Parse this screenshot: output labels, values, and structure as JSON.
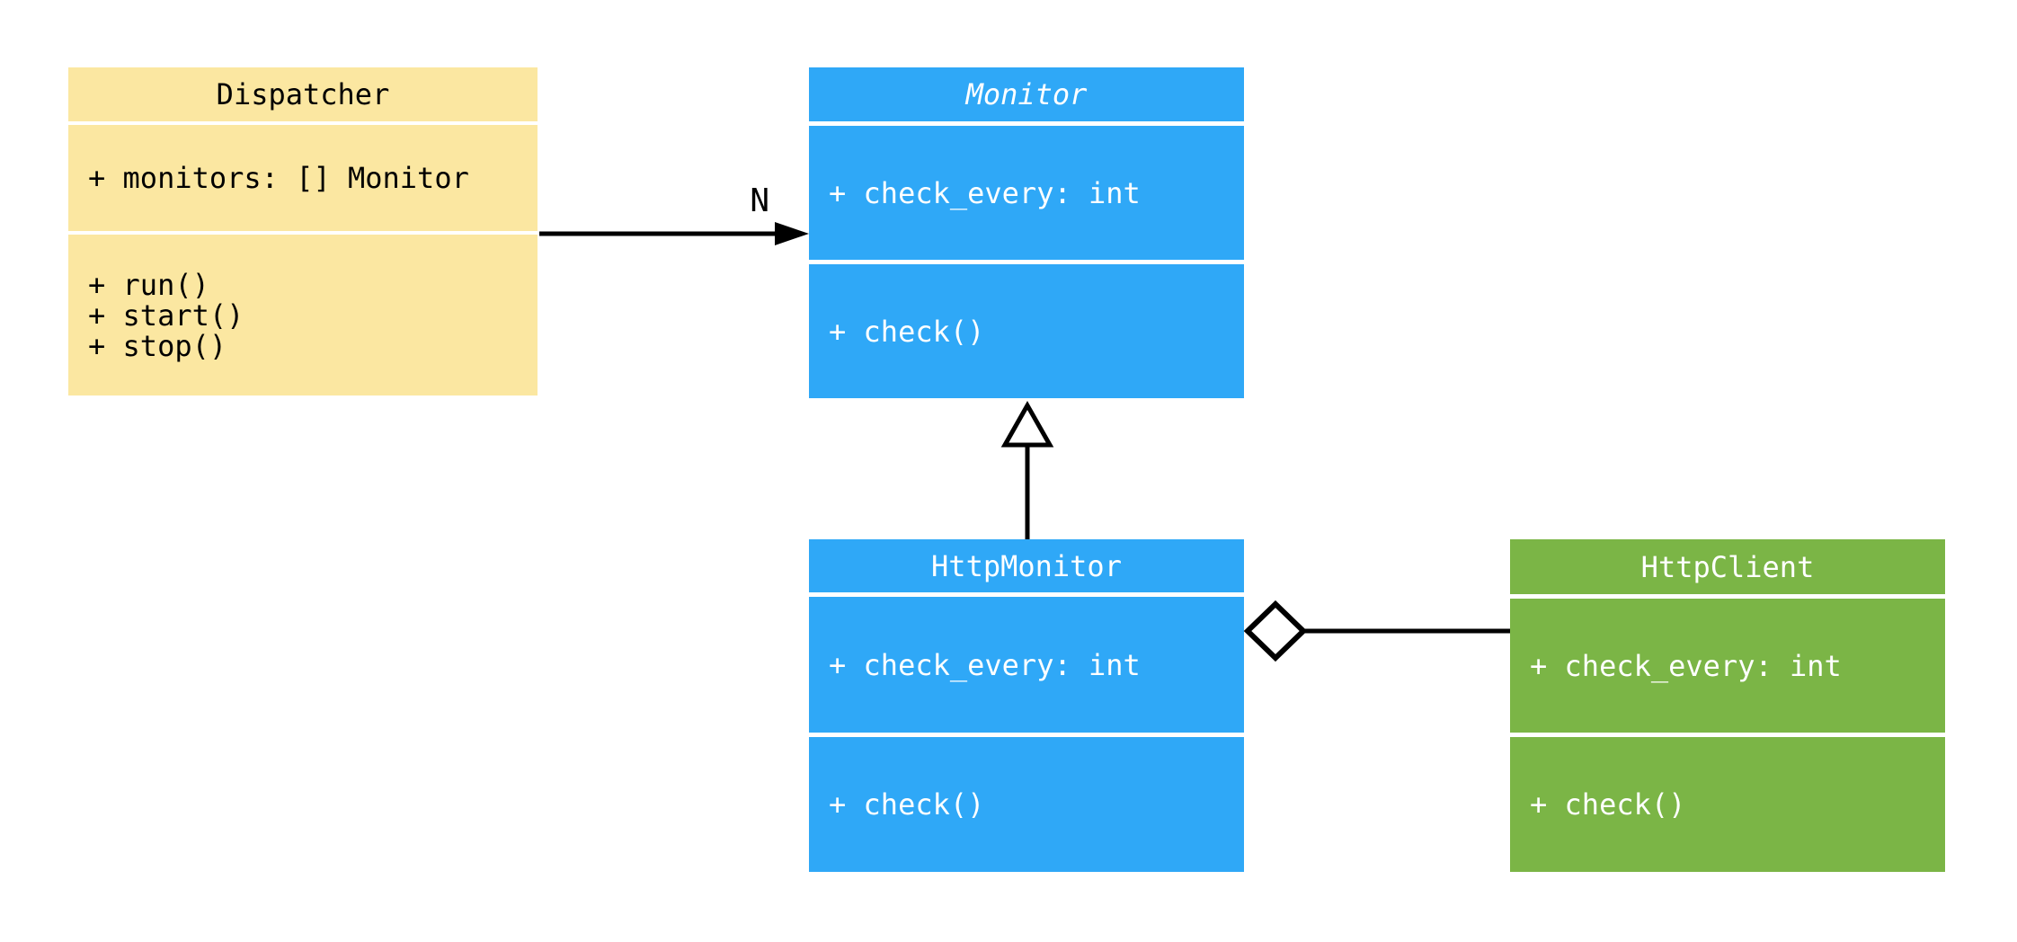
{
  "diagram": {
    "kind": "uml-class-diagram",
    "background_color": "#ffffff",
    "line_color": "#000000",
    "colors": {
      "dispatcher_fill": "#FBE7A1",
      "monitor_fill": "#2FA8F7",
      "http_monitor_fill": "#2FA8F7",
      "http_client_fill": "#7BB546",
      "text_on_yellow": "#000000",
      "text_on_blue": "#ffffff",
      "text_on_green": "#ffffff"
    }
  },
  "classes": {
    "dispatcher": {
      "title": "Dispatcher",
      "abstract": false,
      "attributes": [
        "+ monitors: [] Monitor"
      ],
      "methods": [
        "+ run()",
        "+ start()",
        "+ stop()"
      ]
    },
    "monitor": {
      "title": "Monitor",
      "abstract": true,
      "attributes": [
        "+ check_every: int"
      ],
      "methods": [
        "+ check()"
      ]
    },
    "http_monitor": {
      "title": "HttpMonitor",
      "abstract": false,
      "attributes": [
        "+ check_every: int"
      ],
      "methods": [
        "+ check()"
      ]
    },
    "http_client": {
      "title": "HttpClient",
      "abstract": false,
      "attributes": [
        "+ check_every: int"
      ],
      "methods": [
        "+ check()"
      ]
    }
  },
  "connectors": {
    "association": {
      "from": "Dispatcher",
      "to": "Monitor",
      "style": "directed-association-filled-arrow",
      "label": "N"
    },
    "inheritance": {
      "from": "HttpMonitor",
      "to": "Monitor",
      "style": "generalization-hollow-triangle"
    },
    "aggregation": {
      "from": "HttpMonitor",
      "to": "HttpClient",
      "style": "aggregation-hollow-diamond"
    }
  }
}
